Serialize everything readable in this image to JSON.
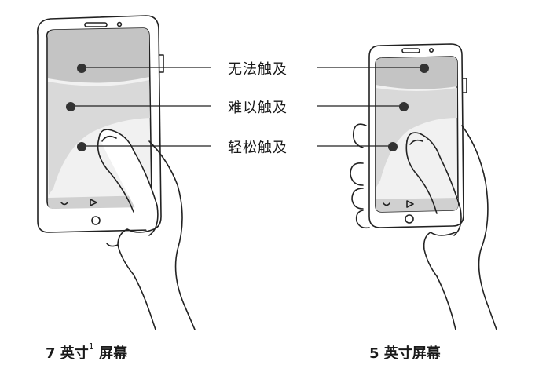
{
  "zones": [
    {
      "label": "无法触及"
    },
    {
      "label": "难以触及"
    },
    {
      "label": "轻松触及"
    }
  ],
  "captions": {
    "large_phone": {
      "prefix": "7 英寸",
      "footnote": "1",
      "suffix": "屏幕"
    },
    "small_phone": {
      "text": "5 英寸屏幕"
    }
  }
}
